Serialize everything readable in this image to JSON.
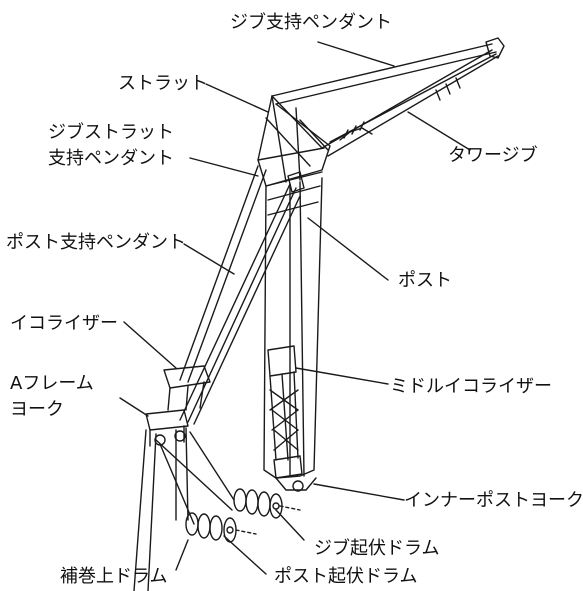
{
  "labels": {
    "jib_support_pendant": "ジブ支持ペンダント",
    "strut": "ストラット",
    "jib_strut_line1": "ジブストラット",
    "jib_strut_line2": "支持ペンダント",
    "tower_jib": "タワージブ",
    "post_support_pendant": "ポスト支持ペンダント",
    "post": "ポスト",
    "equalizer": "イコライザー",
    "a_frame_line1": "Aフレーム",
    "a_frame_line2": "ヨーク",
    "middle_equalizer": "ミドルイコライザー",
    "inner_post_yoke": "インナーポストヨーク",
    "jib_luffing_drum": "ジブ起伏ドラム",
    "aux_hoist_drum": "補巻上ドラム",
    "post_luffing_drum": "ポスト起伏ドラム"
  },
  "colors": {
    "line": "#1a1a1a",
    "background": "#ffffff"
  }
}
